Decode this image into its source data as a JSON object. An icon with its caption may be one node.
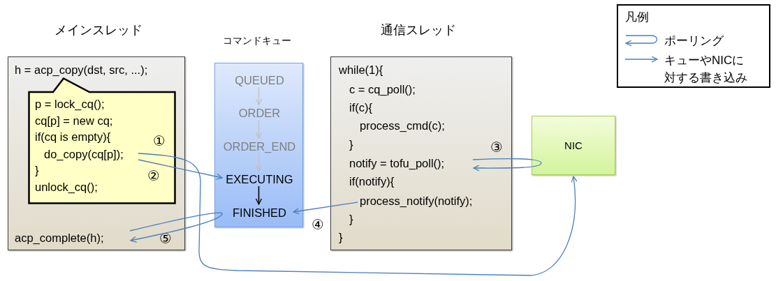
{
  "diagram": {
    "nodes": [
      {
        "text": [
          "メインスレッド",
          "h = acp_copy(dst, src, ...);"
        ]
      },
      {
        "text": [
          "p = lock_cq();",
          "cq[p] = new cq;",
          "if(cq is empty){",
          "}",
          "unlock_cq();"
        ],
        "in": 0
      },
      {
        "text": [
          "do_copy(cq[p]);"
        ],
        "in": 1
      },
      {
        "text": [
          "acp_complete(h);"
        ],
        "in": 0
      },
      {
        "text": [
          "コマンドキュー"
        ]
      },
      {
        "text": [
          "QUEUED"
        ],
        "in": 4
      },
      {
        "text": [
          "ORDER"
        ],
        "in": 4
      },
      {
        "text": [
          "ORDER_END"
        ],
        "in": 4
      },
      {
        "text": [
          "EXECUTING"
        ],
        "in": 4
      },
      {
        "text": [
          "FINISHED"
        ],
        "in": 4
      },
      {
        "text": [
          "通信スレッド",
          "while(1){",
          "c = cq_poll();",
          "if(c){",
          "process_cmd(c);",
          "}",
          "if(notify){",
          "}",
          "}"
        ]
      },
      {
        "text": [
          "notify = tofu_poll();"
        ],
        "in": 10
      },
      {
        "text": [
          "process_notify(notify);"
        ],
        "in": 10
      },
      {
        "text": [
          "NIC"
        ]
      }
    ],
    "edges": [
      {
        "from": 5,
        "to": 6,
        "arrow": "to",
        "color": "#bfbfbf"
      },
      {
        "from": 6,
        "to": 7,
        "arrow": "to",
        "color": "#bfbfbf"
      },
      {
        "from": 7,
        "to": 8,
        "arrow": "to",
        "color": "#bfbfbf"
      },
      {
        "from": 8,
        "to": 9,
        "arrow": "to",
        "color": "#000000"
      },
      {
        "from": 2,
        "to": 8,
        "arrow": "to"
      },
      {
        "from": 2,
        "to": 13,
        "arrow": "to"
      },
      {
        "from": 13,
        "to": 11,
        "arrow": "to"
      },
      {
        "from": 12,
        "to": 9,
        "arrow": "to"
      },
      {
        "from": 9,
        "to": 3,
        "arrow": "to"
      }
    ],
    "labels": [
      "①",
      "②",
      "③",
      "④",
      "⑤",
      "凡例"
    ],
    "legend": [
      {
        "text": "ポーリング"
      },
      {
        "text": "キューやNICに対する書き込み"
      }
    ]
  }
}
